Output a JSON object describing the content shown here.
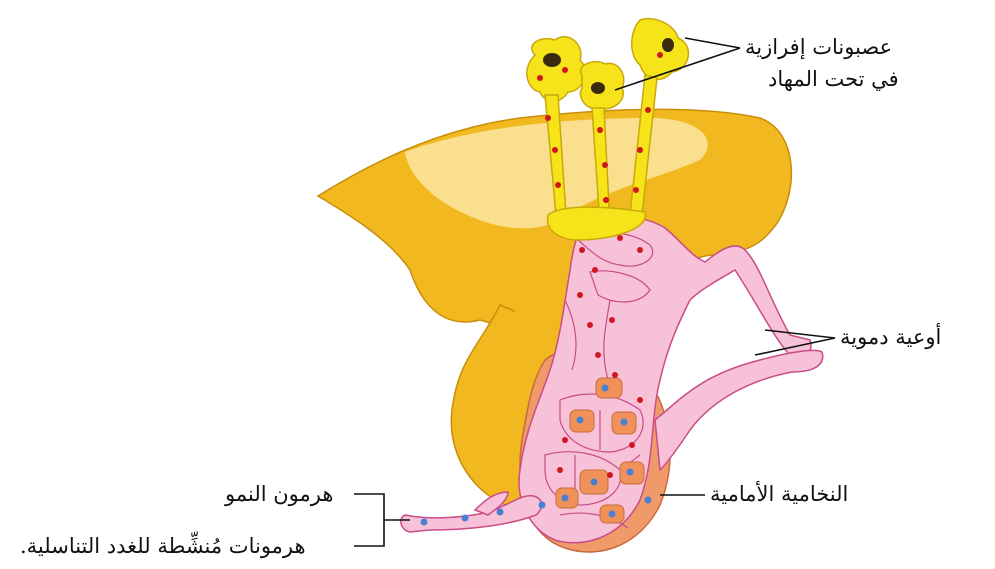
{
  "labels": {
    "neurons_line1": "عصبونات إفرازية",
    "neurons_line2": "في تحت المهاد",
    "blood_vessels": "أوعية دموية",
    "anterior_pituitary": "النخامية الأمامية",
    "growth_hormone": "هرمون النمو",
    "gonadotropins": "هرمونات مُنشِّطة للغدد التناسلية."
  },
  "colors": {
    "gland_yellow": "#f2b81f",
    "light_yellow": "#fbe49a",
    "neuron_yellow": "#f7e31a",
    "vessel_pink": "#f7c1d8",
    "vessel_outline": "#c94d86",
    "anterior_orange": "#f09a6a",
    "red_dot": "#d0161e",
    "blue_dot": "#4a7fd1"
  }
}
